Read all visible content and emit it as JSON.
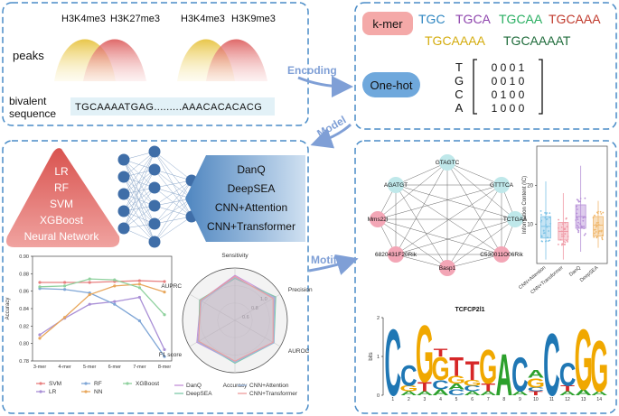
{
  "top_left": {
    "marks": [
      "H3K4me3",
      "H3K27me3",
      "H3K4me3",
      "H3K9me3"
    ],
    "peaks_label": "peaks",
    "bivalent_label_1": "bivalent",
    "bivalent_label_2": "sequence",
    "sequence": "TGCAAAATGAG.........AAACACACACG"
  },
  "arrows": {
    "encoding": "Encoding",
    "model": "Model",
    "motif": "Motif"
  },
  "top_right": {
    "kmer_label": "k-mer",
    "kmers": [
      {
        "text": "TGC",
        "color": "#2e86c1"
      },
      {
        "text": "TGCA",
        "color": "#8e44ad"
      },
      {
        "text": "TGCAA",
        "color": "#27ae60"
      },
      {
        "text": "TGCAAA",
        "color": "#c0392b"
      },
      {
        "text": "TGCAAAA",
        "color": "#d4ac0d"
      },
      {
        "text": "TGCAAAAT",
        "color": "#1e6b3a"
      }
    ],
    "onehot_label": "One-hot",
    "onehot_letters": [
      "T",
      "G",
      "C",
      "A"
    ],
    "onehot_rows": [
      "0 0 0 1",
      "0 0 1 0",
      "0 1 0 0",
      "1 0 0 0"
    ]
  },
  "ml_models": [
    "LR",
    "RF",
    "SVM",
    "XGBoost",
    "Neural Network"
  ],
  "dl_models": [
    "DanQ",
    "DeepSEA",
    "CNN+Attention",
    "CNN+Transformer"
  ],
  "line_chart": {
    "type": "line",
    "categories": [
      "3-mer",
      "4-mer",
      "5-mer",
      "6-mer",
      "7-mer",
      "8-mer"
    ],
    "ylabel": "Accuracy",
    "ylim": [
      0.78,
      0.9
    ],
    "yticks": [
      "0.78",
      "0.80",
      "0.82",
      "0.84",
      "0.86",
      "0.88",
      "0.90"
    ],
    "series": [
      {
        "name": "SVM",
        "color": "#e88080",
        "values": [
          0.87,
          0.87,
          0.87,
          0.871,
          0.872,
          0.871
        ]
      },
      {
        "name": "LR",
        "color": "#a98fd6",
        "values": [
          0.81,
          0.829,
          0.845,
          0.848,
          0.853,
          0.793
        ]
      },
      {
        "name": "RF",
        "color": "#7fa6d6",
        "values": [
          0.863,
          0.862,
          0.858,
          0.845,
          0.826,
          0.785
        ]
      },
      {
        "name": "NN",
        "color": "#e8a75c",
        "values": [
          0.806,
          0.83,
          0.856,
          0.866,
          0.868,
          0.859
        ]
      },
      {
        "name": "XGBoost",
        "color": "#8fd19e",
        "values": [
          0.865,
          0.866,
          0.874,
          0.873,
          0.864,
          0.833
        ]
      }
    ]
  },
  "radar_chart": {
    "type": "radar",
    "axes": [
      "Sensitivity",
      "Precision",
      "AUROC",
      "Accuracy",
      "F1 score",
      "AUPRC"
    ],
    "rlabels": [
      "0.6",
      "0.8",
      "1.0"
    ],
    "series": [
      {
        "name": "DanQ",
        "color": "#c38fd8",
        "values": [
          0.93,
          0.94,
          0.92,
          0.9,
          0.92,
          0.88
        ]
      },
      {
        "name": "DeepSEA",
        "color": "#7ec8a9",
        "values": [
          0.9,
          0.95,
          0.93,
          0.91,
          0.9,
          0.89
        ]
      },
      {
        "name": "CNN+Attention",
        "color": "#9bb7df",
        "values": [
          0.91,
          0.93,
          0.93,
          0.9,
          0.91,
          0.87
        ]
      },
      {
        "name": "CNN+Transformer",
        "color": "#ef9a9a",
        "values": [
          0.92,
          0.92,
          0.92,
          0.89,
          0.9,
          0.88
        ]
      }
    ]
  },
  "network": {
    "nodes": [
      {
        "label": "GTAGTC",
        "type": "motif"
      },
      {
        "label": "AGATGT",
        "type": "motif"
      },
      {
        "label": "GTTTCA",
        "type": "motif"
      },
      {
        "label": "TCTGAA",
        "type": "motif"
      },
      {
        "label": "Mms22l",
        "type": "gene"
      },
      {
        "label": "6820431F20Rik",
        "type": "gene"
      },
      {
        "label": "Basp1",
        "type": "gene"
      },
      {
        "label": "C530011O06Rik",
        "type": "gene"
      }
    ]
  },
  "box_chart": {
    "type": "box",
    "ylabel": "Information Content (IC)",
    "yticks": [
      "10",
      "20"
    ],
    "categories": [
      "CNN+Attention",
      "CNN+Transformer",
      "DanQ",
      "DeepSEA"
    ],
    "colors": [
      "#7ec3e6",
      "#ef9aa6",
      "#b58fd6",
      "#f0b86e"
    ],
    "ylim": [
      0,
      30
    ],
    "boxes": [
      {
        "q1": 6.5,
        "median": 9.5,
        "q3": 12,
        "min": 1,
        "max": 21
      },
      {
        "q1": 6,
        "median": 8.2,
        "q3": 10.5,
        "min": 1,
        "max": 18
      },
      {
        "q1": 9,
        "median": 12,
        "q3": 15,
        "min": 3,
        "max": 25
      },
      {
        "q1": 7,
        "median": 9.8,
        "q3": 12,
        "min": 4,
        "max": 16
      }
    ]
  },
  "logo": {
    "title": "TCFCP2l1",
    "ylabel": "bits",
    "yticks": [
      "0",
      "1",
      "2"
    ],
    "positions": [
      "1",
      "2",
      "3",
      "4",
      "5",
      "6",
      "7",
      "8",
      "9",
      "10",
      "11",
      "12",
      "13",
      "14"
    ],
    "columns": [
      [
        [
          "C",
          1.75
        ]
      ],
      [
        [
          "A",
          0.1
        ],
        [
          "G",
          0.15
        ],
        [
          "C",
          0.55
        ]
      ],
      [
        [
          "A",
          0.1
        ],
        [
          "T",
          0.25
        ],
        [
          "G",
          1.5
        ]
      ],
      [
        [
          "A",
          0.15
        ],
        [
          "C",
          0.25
        ],
        [
          "G",
          0.6
        ],
        [
          "T",
          0.2
        ]
      ],
      [
        [
          "C",
          0.15
        ],
        [
          "A",
          0.15
        ],
        [
          "G",
          0.2
        ],
        [
          "T",
          0.5
        ]
      ],
      [
        [
          "A",
          0.1
        ],
        [
          "C",
          0.15
        ],
        [
          "G",
          0.15
        ],
        [
          "T",
          0.5
        ]
      ],
      [
        [
          "A",
          0.1
        ],
        [
          "T",
          0.2
        ],
        [
          "G",
          0.9
        ]
      ],
      [
        [
          "A",
          1.1
        ]
      ],
      [
        [
          "A",
          0.1
        ],
        [
          "C",
          0.9
        ]
      ],
      [
        [
          "T",
          0.1
        ],
        [
          "C",
          0.1
        ],
        [
          "G",
          0.25
        ],
        [
          "A",
          0.2
        ]
      ],
      [
        [
          "C",
          1.65
        ]
      ],
      [
        [
          "A",
          0.1
        ],
        [
          "T",
          0.15
        ],
        [
          "C",
          0.6
        ]
      ],
      [
        [
          "A",
          0.15
        ],
        [
          "G",
          1.6
        ]
      ],
      [
        [
          "A",
          0.1
        ],
        [
          "G",
          1.35
        ]
      ]
    ]
  },
  "colors": {
    "panel_border": "#4a8cc7",
    "arrow": "#7f9fd6",
    "ml_triangle": "#e07b7b",
    "dl_panel": "#6e9fcf",
    "kmer_box": "#f4a9a8",
    "onehot_box": "#6fa8dc"
  }
}
